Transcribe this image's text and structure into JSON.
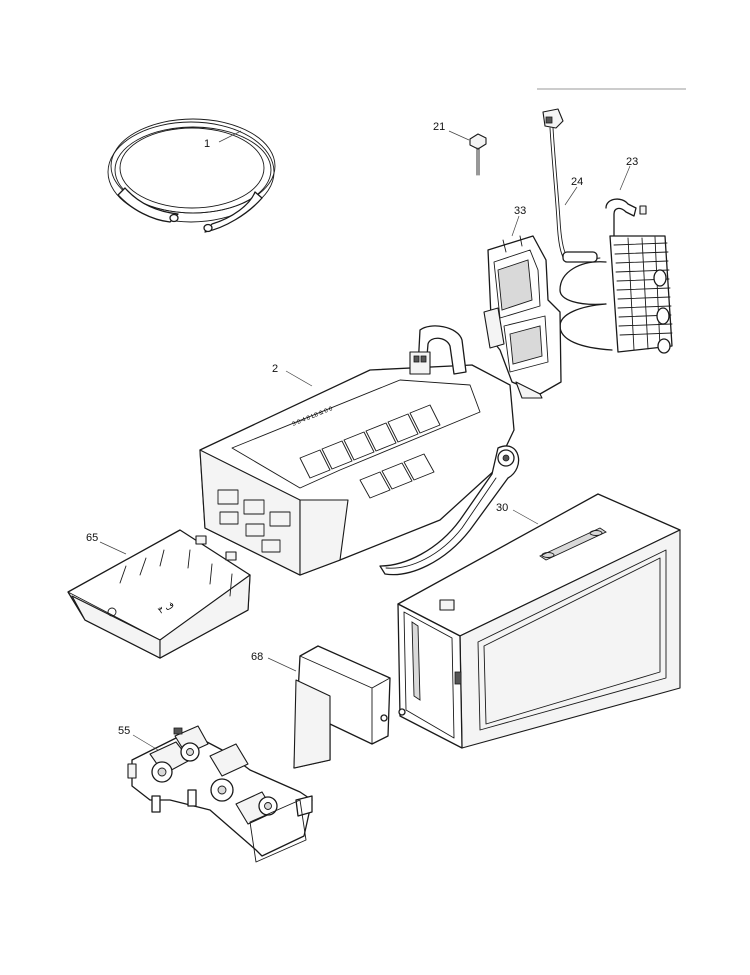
{
  "diagram": {
    "callouts": [
      {
        "id": "1",
        "label": "1"
      },
      {
        "id": "2",
        "label": "2"
      },
      {
        "id": "21",
        "label": "21"
      },
      {
        "id": "23",
        "label": "23"
      },
      {
        "id": "24",
        "label": "24"
      },
      {
        "id": "30",
        "label": "30"
      },
      {
        "id": "33",
        "label": "33"
      },
      {
        "id": "55",
        "label": "55"
      },
      {
        "id": "65",
        "label": "65"
      },
      {
        "id": "68",
        "label": "68"
      }
    ],
    "part_markings": {
      "icemaker_side_text": "3-8-4 8 L8 & 0 0",
      "bin_text": "ف ٣"
    },
    "colors": {
      "line": "#1a1a1a",
      "paper": "#ffffff",
      "shade": "#d9d9d9"
    }
  }
}
